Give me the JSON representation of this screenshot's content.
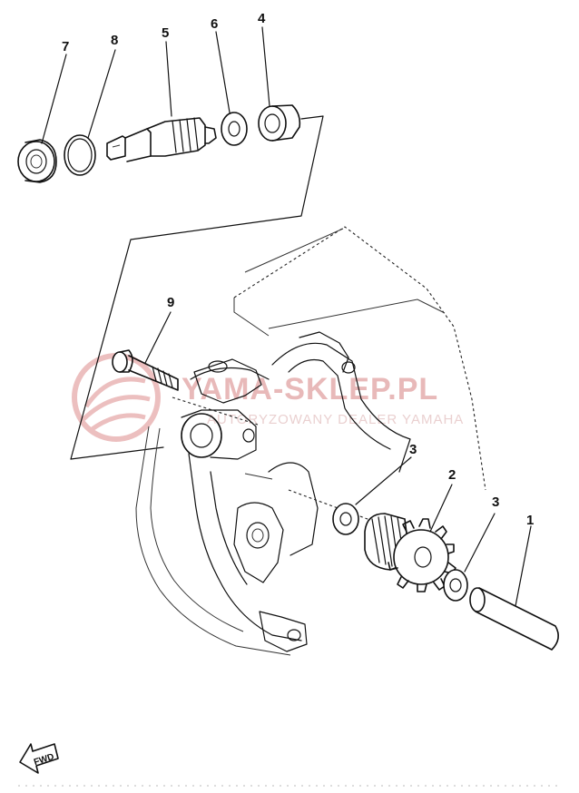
{
  "callouts": {
    "c1": "1",
    "c2": "2",
    "c3a": "3",
    "c3b": "3",
    "c4": "4",
    "c5": "5",
    "c6": "6",
    "c7": "7",
    "c8": "8",
    "c9": "9"
  },
  "watermark": {
    "title": "YAMA-SKLEP.PL",
    "subtitle": "AUTORYZOWANY DEALER YAMAHA"
  },
  "direction_badge": "FWD",
  "colors": {
    "line": "#111111",
    "watermark": "#e8b9b9"
  }
}
